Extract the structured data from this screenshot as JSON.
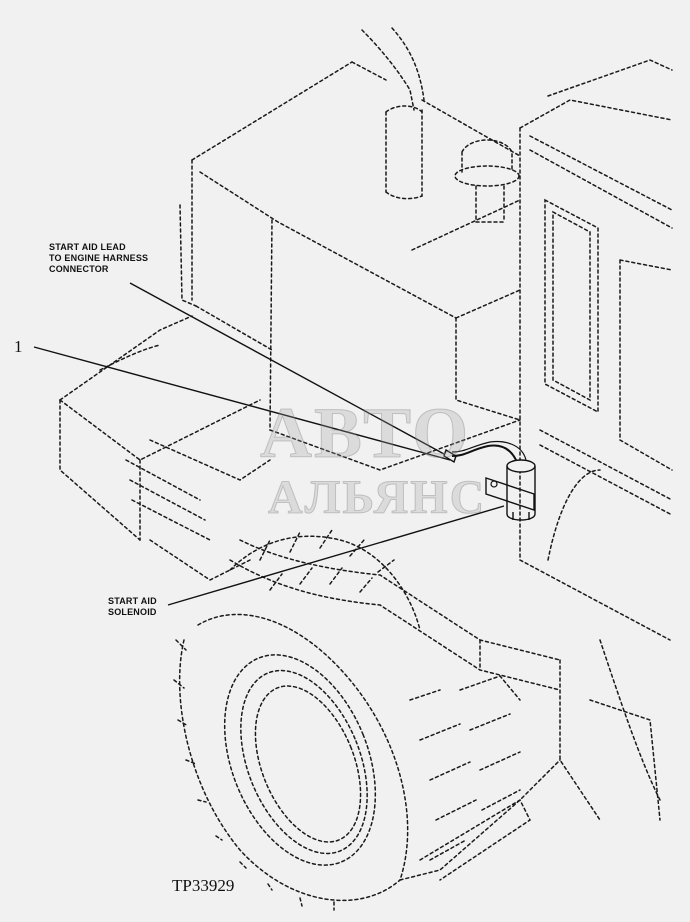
{
  "labels": {
    "lead": [
      "START AID LEAD",
      "TO ENGINE HARNESS",
      "CONNECTOR"
    ],
    "solenoid": [
      "START AID",
      "SOLENOID"
    ]
  },
  "callout_number": "1",
  "figure_id": "TP33929",
  "watermark": {
    "line1": "АВТО",
    "line2": "АЛЬЯНС"
  }
}
